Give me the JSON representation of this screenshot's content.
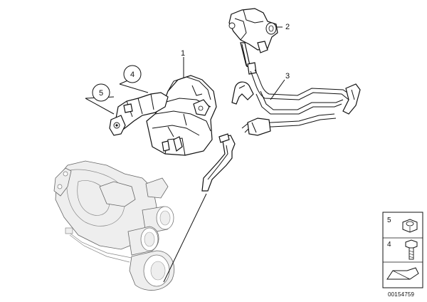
{
  "callouts": {
    "c1": "1",
    "c2": "2",
    "c3": "3",
    "c4": "4",
    "c5": "5"
  },
  "legend": {
    "item_5": "5",
    "item_4": "4"
  },
  "diagram_number": "00154759"
}
